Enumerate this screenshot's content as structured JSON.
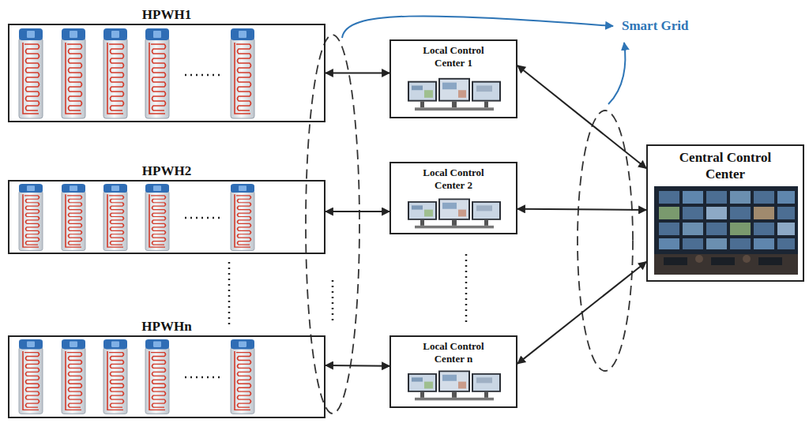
{
  "diagram": {
    "nodes": [
      {
        "text": [
          "HPWH1"
        ]
      },
      {
        "text": [
          "HPWH2"
        ]
      },
      {
        "text": [
          "HPWHn"
        ]
      },
      {
        "text": [
          "Local Control Center 1"
        ]
      },
      {
        "text": [
          "Local Control Center 2"
        ]
      },
      {
        "text": [
          "Local Control Center n"
        ]
      },
      {
        "text": [
          "Central Control Center"
        ]
      }
    ],
    "edges": [
      {
        "from": 0,
        "to": 3,
        "arrow": "both"
      },
      {
        "from": 1,
        "to": 4,
        "arrow": "both"
      },
      {
        "from": 2,
        "to": 5,
        "arrow": "both"
      },
      {
        "from": 3,
        "to": 6,
        "arrow": "both"
      },
      {
        "from": 4,
        "to": 6,
        "arrow": "both"
      },
      {
        "from": 5,
        "to": 6,
        "arrow": "both"
      }
    ],
    "labels": [
      "Smart Grid"
    ]
  }
}
